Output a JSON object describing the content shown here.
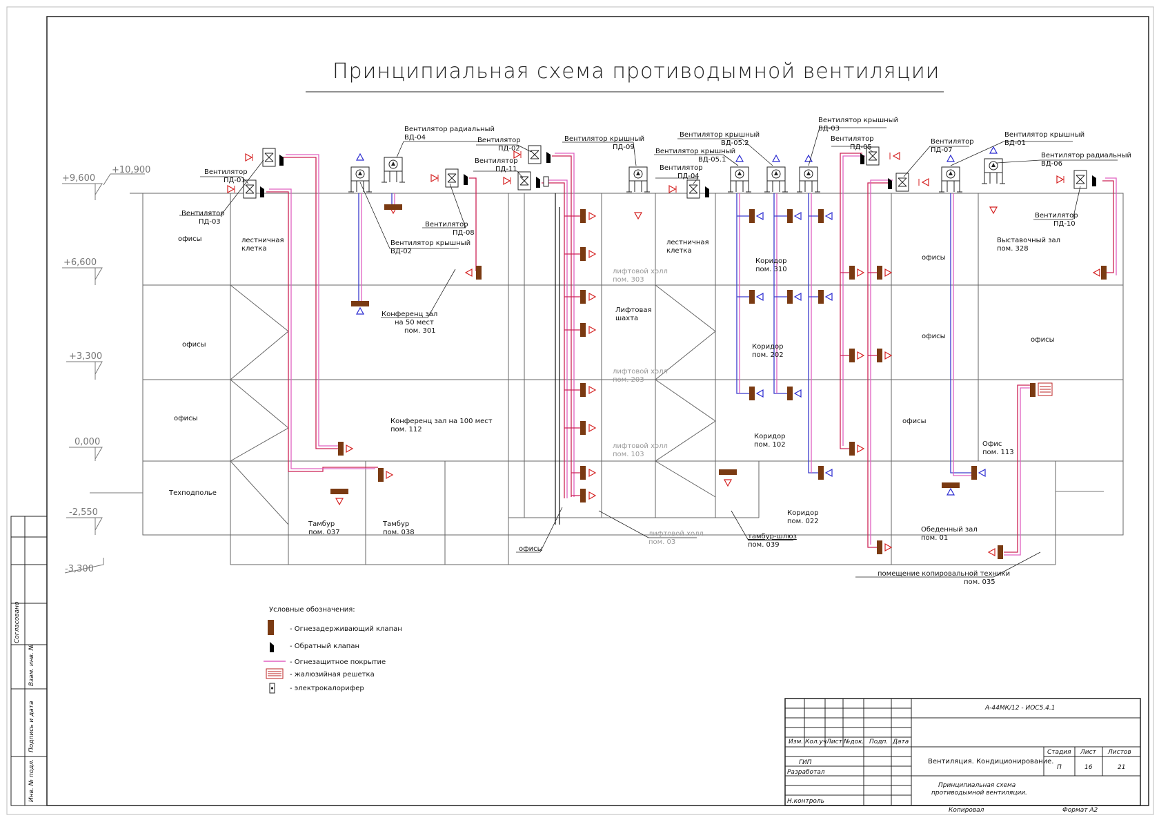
{
  "title": "Принципиальная схема противодымной вентиляции",
  "colors": {
    "supply_duct": "#cc2255",
    "exhaust_duct": "#3a3acc",
    "fire_coating": "#e060c0",
    "fire_damper": "#7a3a12",
    "arrow_supply": "#d42020",
    "arrow_exhaust": "#2a2ad0",
    "line": "#555555"
  },
  "levels": [
    "+10,900",
    "+9,600",
    "+6,600",
    "+3,300",
    "0,000",
    "-2,550",
    "-3,300"
  ],
  "equipment_labels": [
    {
      "line1": "Вентилятор радиальный",
      "line2": "ВД-04"
    },
    {
      "line1": "Вентилятор",
      "line2": "ПД-02"
    },
    {
      "line1": "Вентилятор",
      "line2": "ПД-11"
    },
    {
      "line1": "Вентилятор крышный",
      "line2": "ПД-09"
    },
    {
      "line1": "Вентилятор крышный",
      "line2": "ВД-05.2"
    },
    {
      "line1": "Вентилятор крышный",
      "line2": "ВД-05.1"
    },
    {
      "line1": "Вентилятор",
      "line2": "ПД-04"
    },
    {
      "line1": "Вентилятор крышный",
      "line2": "ВД-03"
    },
    {
      "line1": "Вентилятор",
      "line2": "ПД-05"
    },
    {
      "line1": "Вентилятор",
      "line2": "ПД-07"
    },
    {
      "line1": "Вентилятор крышный",
      "line2": "ВД-01"
    },
    {
      "line1": "Вентилятор радиальный",
      "line2": "ВД-06"
    },
    {
      "line1": "Вентилятор",
      "line2": "ПД-01"
    },
    {
      "line1": "Вентилятор",
      "line2": "ПД-03"
    },
    {
      "line1": "Вентилятор",
      "line2": "ПД-08"
    },
    {
      "line1": "Вентилятор крышный",
      "line2": "ВД-02"
    },
    {
      "line1": "Вентилятор",
      "line2": "ПД-10"
    }
  ],
  "rooms": [
    {
      "line1": "офисы",
      "line2": ""
    },
    {
      "line1": "лестничная",
      "line2": "клетка"
    },
    {
      "line1": "офисы",
      "line2": ""
    },
    {
      "line1": "офисы",
      "line2": ""
    },
    {
      "line1": "Техподполье",
      "line2": ""
    },
    {
      "line1": "Конференц зал",
      "line2": "на 50 мест"
    },
    {
      "line1": "пом. 301",
      "line2": ""
    },
    {
      "line1": "Конференц зал на 100 мест",
      "line2": "пом. 112"
    },
    {
      "line1": "Тамбур",
      "line2": "пом. 037"
    },
    {
      "line1": "Тамбур",
      "line2": "пом. 038"
    },
    {
      "line1": "лифтовой холл",
      "line2": "пом. 303"
    },
    {
      "line1": "Лифтовая",
      "line2": "шахта"
    },
    {
      "line1": "лифтовой холл",
      "line2": "пом. 203"
    },
    {
      "line1": "лифтовой холл",
      "line2": "пом. 103"
    },
    {
      "line1": "лифтовой холл",
      "line2": "пом. 03"
    },
    {
      "line1": "офисы",
      "line2": ""
    },
    {
      "line1": "лестничная",
      "line2": "клетка"
    },
    {
      "line1": "Коридор",
      "line2": "пом. 310"
    },
    {
      "line1": "Коридор",
      "line2": "пом. 202"
    },
    {
      "line1": "Коридор",
      "line2": "пом. 102"
    },
    {
      "line1": "Коридор",
      "line2": "пом. 022"
    },
    {
      "line1": "тамбур-шлюз",
      "line2": "пом. 039"
    },
    {
      "line1": "офисы",
      "line2": ""
    },
    {
      "line1": "офисы",
      "line2": ""
    },
    {
      "line1": "офисы",
      "line2": ""
    },
    {
      "line1": "Обеденный зал",
      "line2": "пом. 01"
    },
    {
      "line1": "Выставочный зал",
      "line2": "пом. 328"
    },
    {
      "line1": "офисы",
      "line2": ""
    },
    {
      "line1": "Офис",
      "line2": "пом. 113"
    },
    {
      "line1": "помещение копировальной техники",
      "line2": "пом. 035"
    }
  ],
  "legend": {
    "heading": "Условные обозначения:",
    "items": [
      "- Огнезадерживающий клапан",
      "- Обратный клапан",
      "- Огнезащитное покрытие",
      "- жалюзийная решетка",
      "- электрокалорифер"
    ]
  },
  "side_stamp": [
    "Согласовано",
    "Взам. инв. №",
    "Подпись и дата",
    "Инв. № подл."
  ],
  "title_block": {
    "code": "А-44МК/12 - ИОС5.4.1",
    "columns": [
      "Изм.",
      "Кол.уч",
      "Лист",
      "№док.",
      "Подп.",
      "Дата"
    ],
    "roles": [
      "ГИП",
      "Разработал",
      "Н.контроль"
    ],
    "project": "Вентиляция. Кондиционирование.",
    "stage_h": "Стадия",
    "sheet_h": "Лист",
    "sheets_h": "Листов",
    "stage": "П",
    "sheet": "16",
    "sheets": "21",
    "drawing_line1": "Принципиальная схема",
    "drawing_line2": "противодымной вентиляции.",
    "copied": "Копировал",
    "format": "Формат А2"
  }
}
